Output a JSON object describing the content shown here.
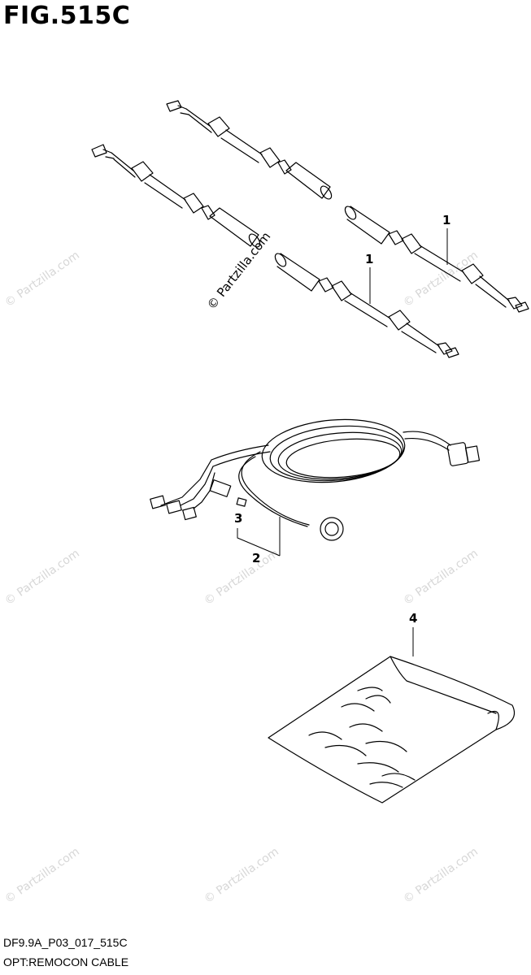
{
  "figure": {
    "title": "FIG.515C",
    "code": "DF9.9A_P03_017_515C",
    "name": "OPT:REMOCON CABLE"
  },
  "callouts": [
    {
      "id": "1",
      "label": "1"
    },
    {
      "id": "1b",
      "label": "1"
    },
    {
      "id": "2",
      "label": "2"
    },
    {
      "id": "3",
      "label": "3"
    },
    {
      "id": "4",
      "label": "4"
    }
  ],
  "watermark": {
    "text": "© Partzilla.com"
  },
  "colors": {
    "line": "#000000",
    "watermark": "#d7d7d7"
  }
}
